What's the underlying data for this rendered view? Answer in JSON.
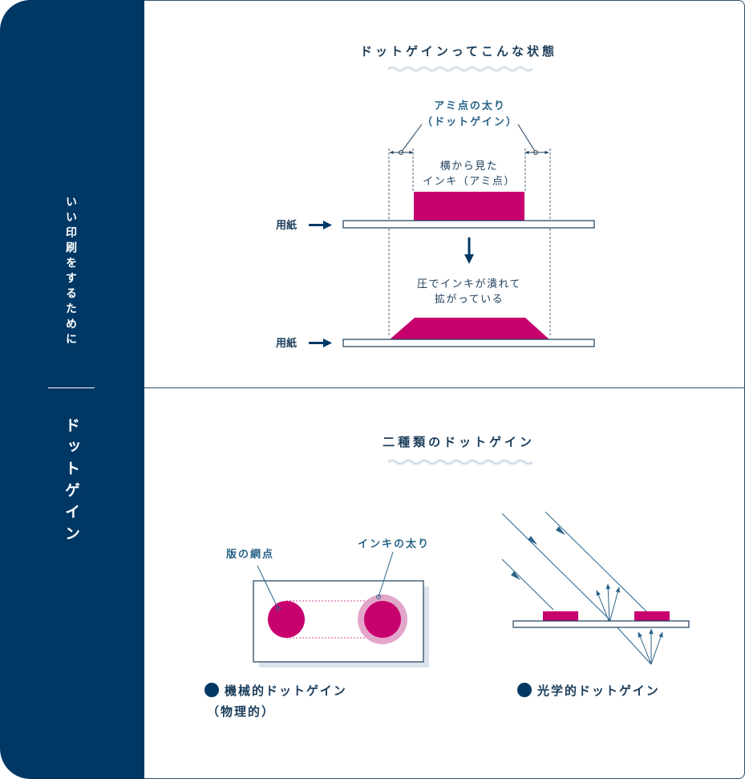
{
  "sidebar": {
    "top_label": "いい印刷をするために",
    "bottom_label": "ドットゲイン"
  },
  "section1": {
    "title": "ドットゲインってこんな状態",
    "dot_thickening_line1": "アミ点の太り",
    "dot_thickening_line2": "（ドットゲイン）",
    "side_view_line1": "横から見た",
    "side_view_line2": "インキ（アミ点）",
    "paper_label_top": "用紙",
    "pressure_line1": "圧でインキが潰れて",
    "pressure_line2": "拡がっている",
    "paper_label_bottom": "用紙"
  },
  "section2": {
    "title": "二種類のドットゲイン",
    "plate_dot_label": "版の網点",
    "ink_thickening_label": "インキの太り",
    "mechanical_line1": "機械的ドットゲイン",
    "mechanical_line2": "（物理的）",
    "optical": "光学的ドットゲイン"
  },
  "colors": {
    "navy": "#003865",
    "magenta": "#c8006e",
    "magenta_light": "#e3a6cb",
    "text_blue": "#2a6389",
    "wave": "#d5e0ea",
    "paper_shadow": "#dbe3ec"
  },
  "icons": [
    "arrow-right-icon",
    "arrow-down-icon",
    "bullet-circle-icon",
    "light-ray-arrow-icon"
  ]
}
